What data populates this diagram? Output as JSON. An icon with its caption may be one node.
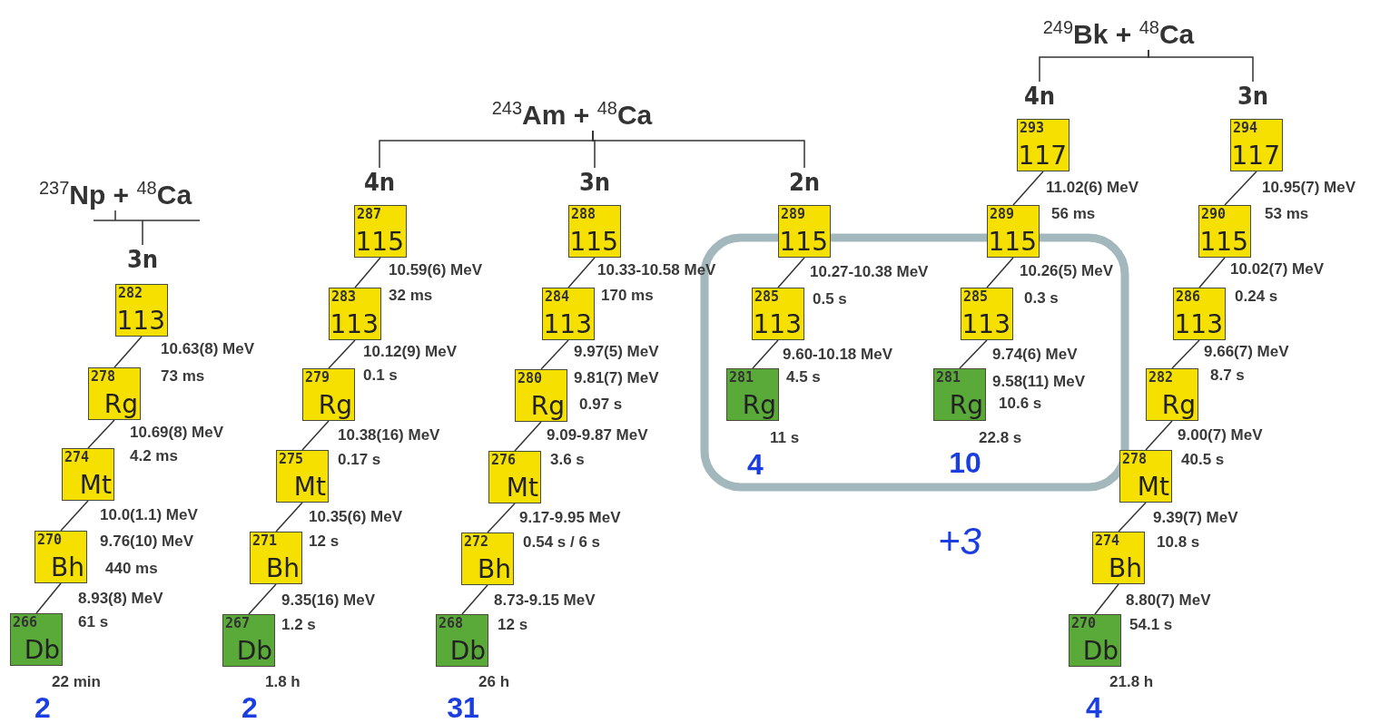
{
  "diagram": {
    "nodes": [
      {
        "text": [
          "$^{237}$Np + $^{48}$Ca"
        ]
      },
      {
        "text": [
          "3n"
        ]
      },
      {
        "text": [
          "282",
          "113"
        ],
        "beside": [
          "10.63(8) MeV",
          "73 ms"
        ]
      },
      {
        "text": [
          "278",
          "Rg"
        ],
        "beside": [
          "10.69(8) MeV",
          "4.2 ms"
        ]
      },
      {
        "text": [
          "274",
          "Mt"
        ],
        "beside": [
          "10.0(1.1) MeV",
          "9.76(10) MeV",
          "440 ms"
        ]
      },
      {
        "text": [
          "270",
          "Bh"
        ],
        "beside": [
          "8.93(8) MeV",
          "61 s"
        ]
      },
      {
        "text": [
          "266",
          "Db"
        ],
        "beside": [
          "22 min"
        ]
      },
      {
        "text": [
          "$^{243}$Am + $^{48}$Ca"
        ]
      },
      {
        "text": [
          "4n"
        ]
      },
      {
        "text": [
          "287",
          "115"
        ],
        "beside": [
          "10.59(6) MeV",
          "32 ms"
        ]
      },
      {
        "text": [
          "283",
          "113"
        ],
        "beside": [
          "10.12(9) MeV",
          "0.1 s"
        ]
      },
      {
        "text": [
          "279",
          "Rg"
        ],
        "beside": [
          "10.38(16) MeV",
          "0.17 s"
        ]
      },
      {
        "text": [
          "275",
          "Mt"
        ],
        "beside": [
          "10.35(6) MeV",
          "12 s"
        ]
      },
      {
        "text": [
          "271",
          "Bh"
        ],
        "beside": [
          "9.35(16) MeV",
          "1.2 s"
        ]
      },
      {
        "text": [
          "267",
          "Db"
        ],
        "beside": [
          "1.8 h"
        ]
      },
      {
        "text": [
          "3n"
        ]
      },
      {
        "text": [
          "288",
          "115"
        ],
        "beside": [
          "10.33-10.58 MeV",
          "170 ms"
        ]
      },
      {
        "text": [
          "284",
          "113"
        ],
        "beside": [
          "9.97(5) MeV",
          "9.81(7) MeV",
          "0.97 s"
        ]
      },
      {
        "text": [
          "280",
          "Rg"
        ],
        "beside": [
          "9.09-9.87 MeV",
          "3.6 s"
        ]
      },
      {
        "text": [
          "276",
          "Mt"
        ],
        "beside": [
          "9.17-9.95 MeV",
          "0.54 s / 6 s"
        ]
      },
      {
        "text": [
          "272",
          "Bh"
        ],
        "beside": [
          "8.73-9.15 MeV",
          "12 s"
        ]
      },
      {
        "text": [
          "268",
          "Db"
        ],
        "beside": [
          "26 h"
        ]
      },
      {
        "text": [
          "2n"
        ]
      },
      {
        "text": [
          "289",
          "115"
        ],
        "beside": [
          "10.27-10.38 MeV",
          "0.5 s"
        ]
      },
      {
        "text": [
          "285",
          "113"
        ],
        "beside": [
          "9.60-10.18 MeV",
          "4.5 s"
        ]
      },
      {
        "text": [
          "281",
          "Rg"
        ],
        "beside": [
          "11 s"
        ]
      },
      {
        "text": [
          "$^{249}$Bk + $^{48}$Ca"
        ]
      },
      {
        "text": [
          "4n"
        ]
      },
      {
        "text": [
          "293",
          "117"
        ],
        "beside": [
          "11.02(6) MeV",
          "56 ms"
        ]
      },
      {
        "text": [
          "289",
          "115"
        ],
        "beside": [
          "10.26(5) MeV",
          "0.3 s"
        ]
      },
      {
        "text": [
          "285",
          "113"
        ],
        "beside": [
          "9.74(6) MeV",
          "9.58(11) MeV",
          "10.6 s"
        ]
      },
      {
        "text": [
          "281",
          "Rg"
        ],
        "beside": [
          "22.8 s"
        ]
      },
      {
        "text": [
          "3n"
        ]
      },
      {
        "text": [
          "294",
          "117"
        ],
        "beside": [
          "10.95(7) MeV",
          "53 ms"
        ]
      },
      {
        "text": [
          "290",
          "115"
        ],
        "beside": [
          "10.02(7) MeV",
          "0.24 s"
        ]
      },
      {
        "text": [
          "286",
          "113"
        ],
        "beside": [
          "9.66(7) MeV",
          "8.7 s"
        ]
      },
      {
        "text": [
          "282",
          "Rg"
        ],
        "beside": [
          "9.00(7) MeV",
          "40.5 s"
        ]
      },
      {
        "text": [
          "278",
          "Mt"
        ],
        "beside": [
          "9.39(7) MeV",
          "10.8 s"
        ]
      },
      {
        "text": [
          "274",
          "Bh"
        ],
        "beside": [
          "8.80(7) MeV",
          "54.1 s"
        ]
      },
      {
        "text": [
          "270",
          "Db"
        ],
        "beside": [
          "21.8 h"
        ]
      }
    ],
    "edges": [
      {
        "from": 0,
        "to": 1,
        "arrow": "none"
      },
      {
        "from": 2,
        "to": 3,
        "arrow": "none"
      },
      {
        "from": 3,
        "to": 4,
        "arrow": "none"
      },
      {
        "from": 4,
        "to": 5,
        "arrow": "none"
      },
      {
        "from": 5,
        "to": 6,
        "arrow": "none"
      },
      {
        "from": 7,
        "to": 8,
        "arrow": "none"
      },
      {
        "from": 7,
        "to": 15,
        "arrow": "none"
      },
      {
        "from": 7,
        "to": 22,
        "arrow": "none"
      },
      {
        "from": 9,
        "to": 10,
        "arrow": "none"
      },
      {
        "from": 10,
        "to": 11,
        "arrow": "none"
      },
      {
        "from": 11,
        "to": 12,
        "arrow": "none"
      },
      {
        "from": 12,
        "to": 13,
        "arrow": "none"
      },
      {
        "from": 13,
        "to": 14,
        "arrow": "none"
      },
      {
        "from": 16,
        "to": 17,
        "arrow": "none"
      },
      {
        "from": 17,
        "to": 18,
        "arrow": "none"
      },
      {
        "from": 18,
        "to": 19,
        "arrow": "none"
      },
      {
        "from": 19,
        "to": 20,
        "arrow": "none"
      },
      {
        "from": 20,
        "to": 21,
        "arrow": "none"
      },
      {
        "from": 23,
        "to": 24,
        "arrow": "none"
      },
      {
        "from": 24,
        "to": 25,
        "arrow": "none"
      },
      {
        "from": 26,
        "to": 27,
        "arrow": "none"
      },
      {
        "from": 26,
        "to": 32,
        "arrow": "none"
      },
      {
        "from": 28,
        "to": 29,
        "arrow": "none"
      },
      {
        "from": 29,
        "to": 30,
        "arrow": "none"
      },
      {
        "from": 30,
        "to": 31,
        "arrow": "none"
      },
      {
        "from": 33,
        "to": 34,
        "arrow": "none"
      },
      {
        "from": 34,
        "to": 35,
        "arrow": "none"
      },
      {
        "from": 35,
        "to": 36,
        "arrow": "none"
      },
      {
        "from": 36,
        "to": 37,
        "arrow": "none"
      },
      {
        "from": 37,
        "to": 38,
        "arrow": "none"
      },
      {
        "from": 38,
        "to": 39,
        "arrow": "none"
      }
    ],
    "labels": [
      "4",
      "10",
      "+3",
      "2",
      "2",
      "31",
      "4"
    ]
  }
}
